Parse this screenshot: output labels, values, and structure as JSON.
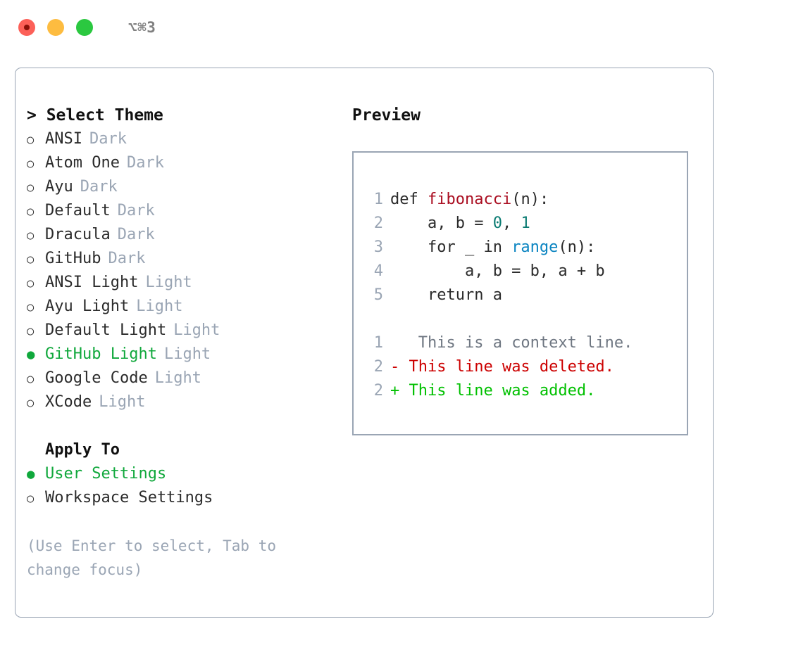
{
  "titlebar": {
    "shortcut": "⌥⌘3",
    "buttons": [
      {
        "name": "close",
        "color": "#fc6058"
      },
      {
        "name": "minimize",
        "color": "#fdbc40"
      },
      {
        "name": "maximize",
        "color": "#2bc840"
      }
    ]
  },
  "left": {
    "header": "> Select Theme",
    "themes": [
      {
        "marker": "○",
        "label": "ANSI",
        "tag": "Dark",
        "selected": false
      },
      {
        "marker": "○",
        "label": "Atom One",
        "tag": "Dark",
        "selected": false
      },
      {
        "marker": "○",
        "label": "Ayu",
        "tag": "Dark",
        "selected": false
      },
      {
        "marker": "○",
        "label": "Default",
        "tag": "Dark",
        "selected": false
      },
      {
        "marker": "○",
        "label": "Dracula",
        "tag": "Dark",
        "selected": false
      },
      {
        "marker": "○",
        "label": "GitHub",
        "tag": "Dark",
        "selected": false
      },
      {
        "marker": "○",
        "label": "ANSI Light",
        "tag": "Light",
        "selected": false
      },
      {
        "marker": "○",
        "label": "Ayu Light",
        "tag": "Light",
        "selected": false
      },
      {
        "marker": "○",
        "label": "Default Light",
        "tag": "Light",
        "selected": false
      },
      {
        "marker": "●",
        "label": "GitHub Light",
        "tag": "Light",
        "selected": true
      },
      {
        "marker": "○",
        "label": "Google Code",
        "tag": "Light",
        "selected": false
      },
      {
        "marker": "○",
        "label": "XCode",
        "tag": "Light",
        "selected": false
      }
    ],
    "apply_to_header": "Apply To",
    "apply_to": [
      {
        "marker": "●",
        "label": "User Settings",
        "selected": true
      },
      {
        "marker": "○",
        "label": "Workspace Settings",
        "selected": false
      }
    ],
    "hint": "(Use Enter to select, Tab to change focus)"
  },
  "preview": {
    "title": "Preview",
    "code": [
      {
        "no": "1",
        "parts": [
          {
            "t": "def ",
            "c": "plain"
          },
          {
            "t": "fibonacci",
            "c": "fn"
          },
          {
            "t": "(n):",
            "c": "plain"
          }
        ]
      },
      {
        "no": "2",
        "parts": [
          {
            "t": "    a, b = ",
            "c": "plain"
          },
          {
            "t": "0",
            "c": "num"
          },
          {
            "t": ", ",
            "c": "plain"
          },
          {
            "t": "1",
            "c": "num"
          }
        ]
      },
      {
        "no": "3",
        "parts": [
          {
            "t": "    for _ in ",
            "c": "plain"
          },
          {
            "t": "range",
            "c": "call"
          },
          {
            "t": "(n):",
            "c": "plain"
          }
        ]
      },
      {
        "no": "4",
        "parts": [
          {
            "t": "        a, b = b, a + b",
            "c": "plain"
          }
        ]
      },
      {
        "no": "5",
        "parts": [
          {
            "t": "    return a",
            "c": "plain"
          }
        ]
      }
    ],
    "diff": [
      {
        "no": "1",
        "sign": " ",
        "text": "  This is a context line.",
        "kind": "ctx"
      },
      {
        "no": "2",
        "sign": "-",
        "text": " This line was deleted.",
        "kind": "del"
      },
      {
        "no": "2",
        "sign": "+",
        "text": " This line was added.",
        "kind": "add"
      }
    ]
  },
  "colors": {
    "selected_green": "#10a83c",
    "diff_added": "#00c000",
    "diff_deleted": "#cc0000",
    "muted": "#9aa5b4",
    "border": "#9aa5b4"
  }
}
